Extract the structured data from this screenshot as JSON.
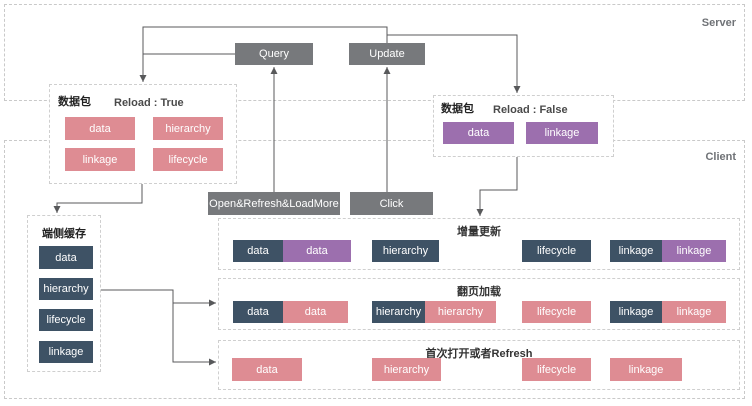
{
  "regions": {
    "server": "Server",
    "client": "Client"
  },
  "actions": {
    "query": "Query",
    "update": "Update",
    "open_refresh_loadmore": "Open&Refresh&LoadMore",
    "click": "Click"
  },
  "packets": {
    "reload_true": {
      "title": "数据包",
      "reload_state": "Reload : True",
      "items": [
        {
          "label": "data",
          "color": "pink"
        },
        {
          "label": "hierarchy",
          "color": "pink"
        },
        {
          "label": "linkage",
          "color": "pink"
        },
        {
          "label": "lifecycle",
          "color": "pink"
        }
      ]
    },
    "reload_false": {
      "title": "数据包",
      "reload_state": "Reload : False",
      "items": [
        {
          "label": "data",
          "color": "purple"
        },
        {
          "label": "linkage",
          "color": "purple"
        }
      ]
    }
  },
  "cache": {
    "title": "端侧缓存",
    "items": [
      {
        "label": "data"
      },
      {
        "label": "hierarchy"
      },
      {
        "label": "lifecycle"
      },
      {
        "label": "linkage"
      }
    ]
  },
  "result_rows": [
    {
      "title": "增量更新",
      "groups": [
        {
          "segments": [
            {
              "label": "data",
              "color": "navy"
            },
            {
              "label": "data",
              "color": "purple"
            }
          ]
        },
        {
          "segments": [
            {
              "label": "hierarchy",
              "color": "navy"
            }
          ]
        },
        {
          "segments": [
            {
              "label": "lifecycle",
              "color": "navy"
            }
          ]
        },
        {
          "segments": [
            {
              "label": "linkage",
              "color": "navy"
            },
            {
              "label": "linkage",
              "color": "purple"
            }
          ]
        }
      ]
    },
    {
      "title": "翻页加载",
      "groups": [
        {
          "segments": [
            {
              "label": "data",
              "color": "navy"
            },
            {
              "label": "data",
              "color": "pink"
            }
          ]
        },
        {
          "segments": [
            {
              "label": "hierarchy",
              "color": "navy"
            },
            {
              "label": "hierarchy",
              "color": "pink"
            }
          ]
        },
        {
          "segments": [
            {
              "label": "lifecycle",
              "color": "pink"
            }
          ]
        },
        {
          "segments": [
            {
              "label": "linkage",
              "color": "navy"
            },
            {
              "label": "linkage",
              "color": "pink"
            }
          ]
        }
      ]
    },
    {
      "title": "首次打开或者Refresh",
      "groups": [
        {
          "segments": [
            {
              "label": "data",
              "color": "pink"
            }
          ]
        },
        {
          "segments": [
            {
              "label": "hierarchy",
              "color": "pink"
            }
          ]
        },
        {
          "segments": [
            {
              "label": "lifecycle",
              "color": "pink"
            }
          ]
        },
        {
          "segments": [
            {
              "label": "linkage",
              "color": "pink"
            }
          ]
        }
      ]
    }
  ],
  "colors": {
    "navy": "#3E5265",
    "pink": "#DE8C93",
    "purple": "#9C6FAE",
    "gray": "#77797C",
    "line": "#58595b",
    "dashed_border": "#c9c9c9"
  }
}
